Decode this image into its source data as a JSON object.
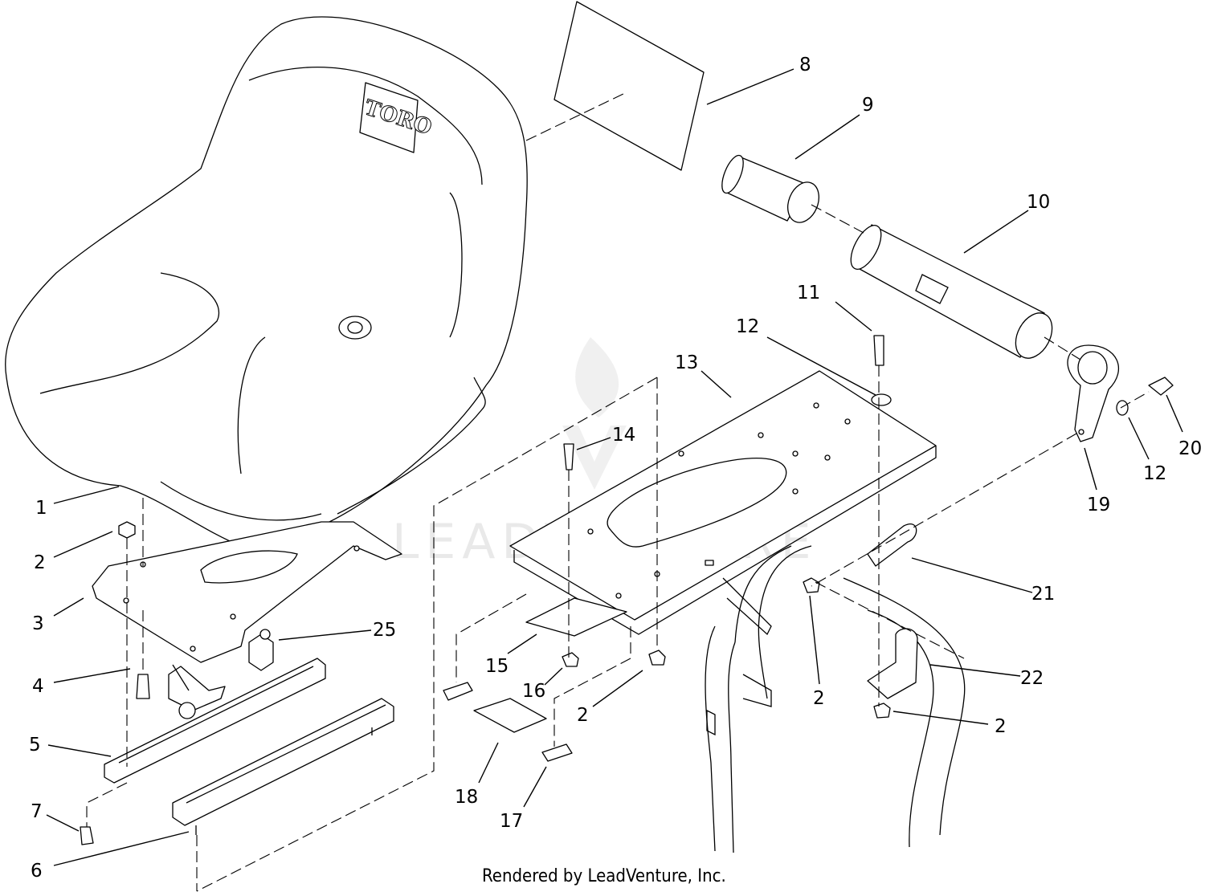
{
  "diagram": {
    "callouts": [
      {
        "label": "1"
      },
      {
        "label": "2"
      },
      {
        "label": "3"
      },
      {
        "label": "4"
      },
      {
        "label": "5"
      },
      {
        "label": "6"
      },
      {
        "label": "7"
      },
      {
        "label": "8"
      },
      {
        "label": "9"
      },
      {
        "label": "10"
      },
      {
        "label": "11"
      },
      {
        "label": "12"
      },
      {
        "label": "13"
      },
      {
        "label": "14"
      },
      {
        "label": "15"
      },
      {
        "label": "16"
      },
      {
        "label": "2"
      },
      {
        "label": "17"
      },
      {
        "label": "18"
      },
      {
        "label": "19"
      },
      {
        "label": "12"
      },
      {
        "label": "20"
      },
      {
        "label": "21"
      },
      {
        "label": "2"
      },
      {
        "label": "22"
      },
      {
        "label": "2"
      },
      {
        "label": "25"
      }
    ],
    "seat_logo": "TORO",
    "watermark": "LEADVENTURE",
    "footer": "Rendered by LeadVenture, Inc."
  }
}
